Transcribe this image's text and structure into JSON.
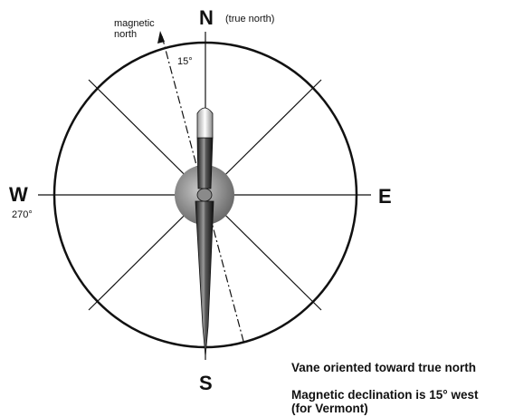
{
  "compass": {
    "north": "N",
    "south": "S",
    "east": "E",
    "west": "W",
    "north_note": "(true north)",
    "magnetic_label_line1": "magnetic",
    "magnetic_label_line2": "north",
    "declination_angle_label": "15°",
    "west_degrees_label": "270°"
  },
  "captions": {
    "vane_orientation": "Vane oriented toward true north",
    "declination_line1": "Magnetic declination is 15° west",
    "declination_line2": "(for Vermont)"
  }
}
